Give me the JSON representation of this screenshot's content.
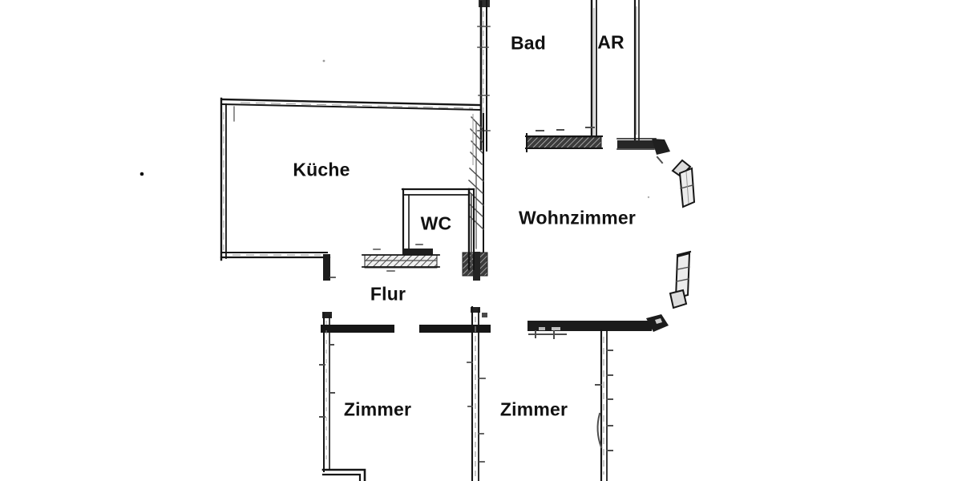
{
  "floorplan": {
    "rooms": [
      {
        "id": "bad",
        "label": "Bad"
      },
      {
        "id": "ar",
        "label": "AR"
      },
      {
        "id": "kueche",
        "label": "Küche"
      },
      {
        "id": "wc",
        "label": "WC"
      },
      {
        "id": "wohnzimmer",
        "label": "Wohnzimmer"
      },
      {
        "id": "flur",
        "label": "Flur"
      },
      {
        "id": "zimmer-left",
        "label": "Zimmer"
      },
      {
        "id": "zimmer-right",
        "label": "Zimmer"
      }
    ],
    "colors": {
      "background": "#ffffff",
      "wall": "#161616",
      "text": "#111111"
    }
  }
}
